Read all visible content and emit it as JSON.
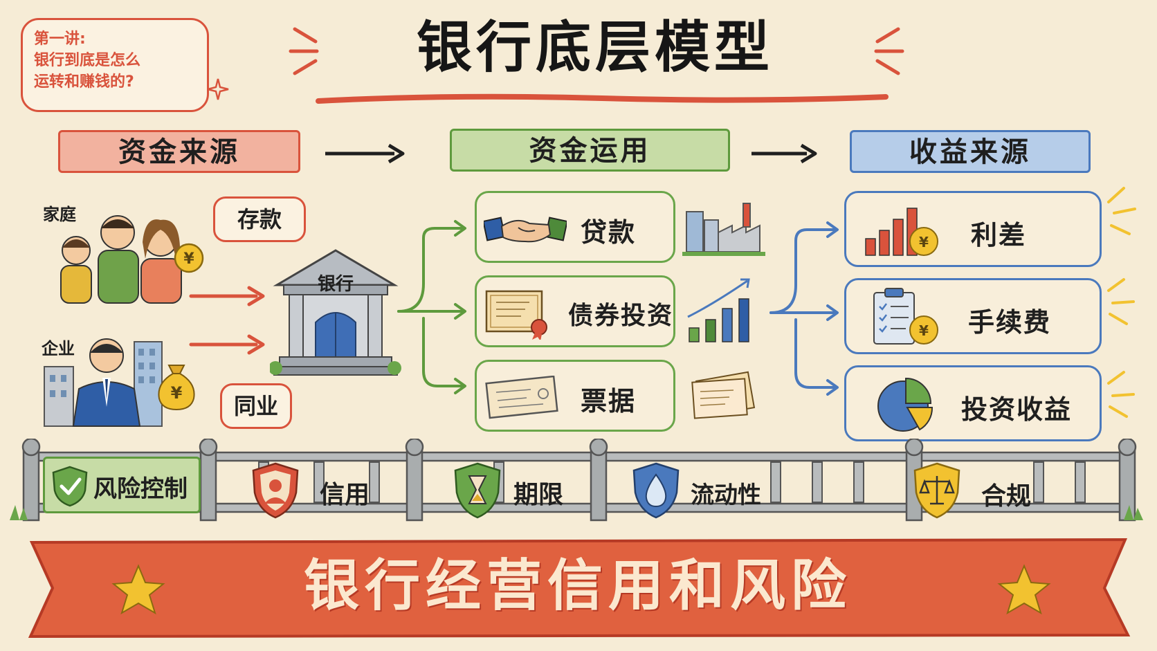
{
  "lecture": {
    "line1": "第一讲:",
    "line2": "银行到底是怎么",
    "line3": "运转和赚钱的?"
  },
  "title": "银行底层模型",
  "columns": {
    "sources": "资金来源",
    "uses": "资金运用",
    "income": "收益来源"
  },
  "sources": {
    "household_label": "家庭",
    "enterprise_label": "企业",
    "deposit_bubble": "存款",
    "interbank_bubble": "同业",
    "bank_label": "银行",
    "coin_symbol": "¥"
  },
  "uses": {
    "items": [
      {
        "label": "贷款"
      },
      {
        "label": "债券投资"
      },
      {
        "label": "票据"
      }
    ]
  },
  "income": {
    "items": [
      {
        "label": "利差"
      },
      {
        "label": "手续费"
      },
      {
        "label": "投资收益"
      }
    ]
  },
  "fence": {
    "risk_control": "风险控制",
    "items": [
      {
        "label": "信用"
      },
      {
        "label": "期限"
      },
      {
        "label": "流动性"
      },
      {
        "label": "合规"
      }
    ]
  },
  "banner": "银行经营信用和风险",
  "colors": {
    "red": "#d9533c",
    "green": "#5e9a3d",
    "blue": "#4a79bd",
    "yellow": "#f2c230",
    "paper": "#f6ecd6"
  }
}
